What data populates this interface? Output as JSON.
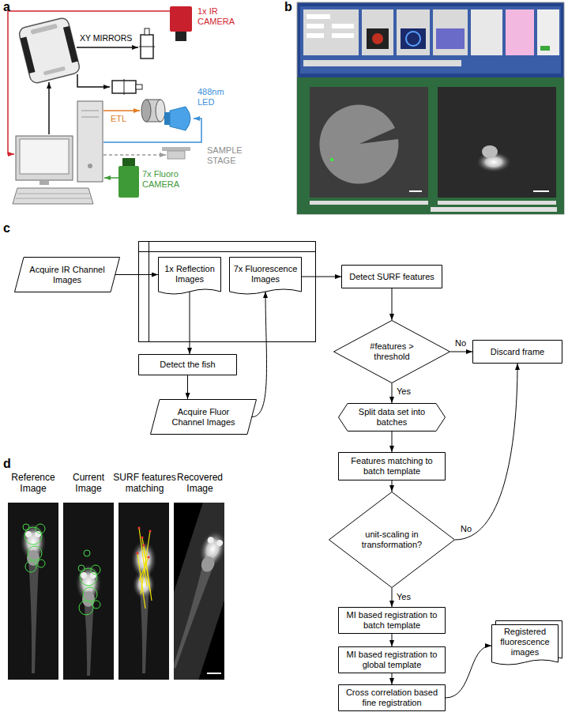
{
  "diagram": {
    "nodes": [
      {
        "text": [
          "Acquire IR Channel Images"
        ]
      },
      {
        "text": [
          "1x Reflection Images"
        ]
      },
      {
        "text": [
          "7x Fluorescence Images"
        ]
      },
      {
        "text": [
          "Detect the fish"
        ]
      },
      {
        "text": [
          "Acquire Fluor Channel Images"
        ]
      },
      {
        "text": [
          "Detect SURF features"
        ]
      },
      {
        "text": [
          "#features > threshold"
        ]
      },
      {
        "text": [
          "Discard frame"
        ]
      },
      {
        "text": [
          "Split data set into batches"
        ]
      },
      {
        "text": [
          "Features matching to batch template"
        ]
      },
      {
        "text": [
          "unit-scaling in transformation?"
        ]
      },
      {
        "text": [
          "MI based registration to batch template"
        ]
      },
      {
        "text": [
          "MI based registration to global template"
        ]
      },
      {
        "text": [
          "Cross correlation based fine registration"
        ]
      },
      {
        "text": [
          "Registered fluorescence images"
        ]
      }
    ],
    "edges": [
      {
        "from": 0,
        "to": 1,
        "arrow": "to"
      },
      {
        "from": 1,
        "to": 3,
        "arrow": "to"
      },
      {
        "from": 3,
        "to": 4,
        "arrow": "to"
      },
      {
        "from": 4,
        "to": 2,
        "arrow": "to"
      },
      {
        "from": 2,
        "to": 5,
        "arrow": "to"
      },
      {
        "from": 5,
        "to": 6,
        "arrow": "to"
      },
      {
        "from": 6,
        "to": 7,
        "label": "No",
        "arrow": "to"
      },
      {
        "from": 6,
        "to": 8,
        "label": "Yes",
        "arrow": "to"
      },
      {
        "from": 8,
        "to": 9,
        "arrow": "to"
      },
      {
        "from": 9,
        "to": 10,
        "arrow": "to"
      },
      {
        "from": 10,
        "to": 7,
        "label": "No",
        "arrow": "to"
      },
      {
        "from": 10,
        "to": 11,
        "label": "Yes",
        "arrow": "to"
      },
      {
        "from": 11,
        "to": 12,
        "arrow": "to"
      },
      {
        "from": 12,
        "to": 13,
        "arrow": "to"
      },
      {
        "from": 13,
        "to": 14,
        "arrow": "to"
      }
    ],
    "labels": [
      "a",
      "XY MIRRORS",
      "1x IR CAMERA",
      "488nm LED",
      "ETL",
      "SAMPLE STAGE",
      "7x Fluoro CAMERA",
      "b",
      "c",
      "d",
      "Reference Image",
      "Current Image",
      "SURF features matching",
      "Recovered Image"
    ]
  }
}
